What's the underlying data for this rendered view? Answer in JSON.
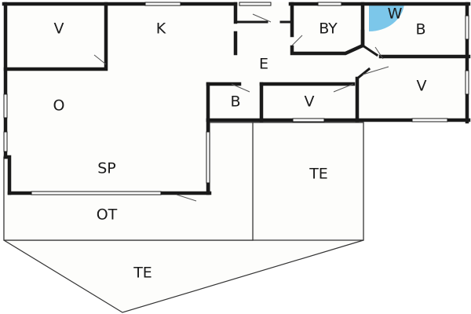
{
  "rooms": {
    "v_topleft": "V",
    "k": "K",
    "by": "BY",
    "w": "W",
    "b_topright": "B",
    "e": "E",
    "o": "O",
    "b_small": "B",
    "v_center": "V",
    "v_right": "V",
    "sp": "SP",
    "te_right": "TE",
    "ot": "OT",
    "te_bottom": "TE"
  },
  "colors": {
    "wc_accent": "#7cc7ea",
    "wall": "#1a1a1a",
    "background": "#fdfdfb"
  }
}
